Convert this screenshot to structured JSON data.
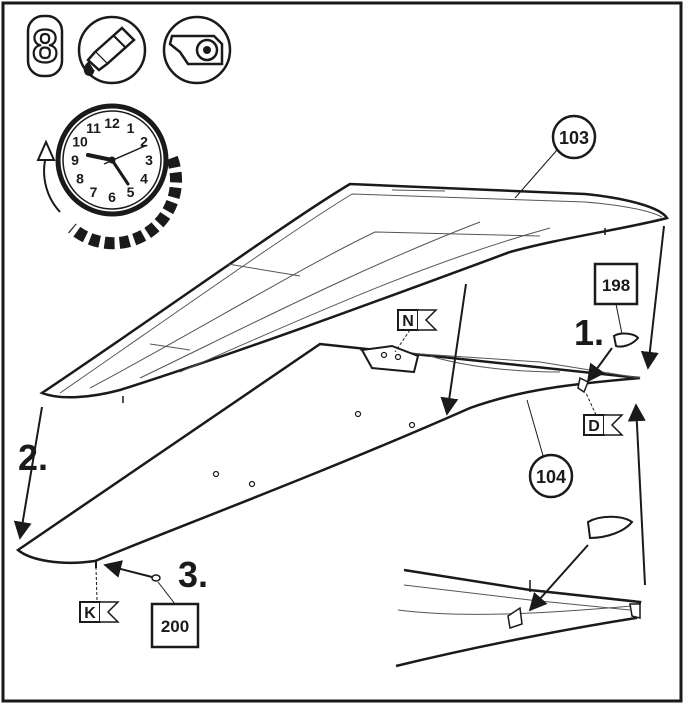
{
  "step": {
    "number": "8"
  },
  "clock": {
    "numerals": [
      "12",
      "1",
      "2",
      "3",
      "4",
      "5",
      "6",
      "7",
      "8",
      "9",
      "10",
      "11"
    ]
  },
  "part_labels": {
    "upper_wing": "103",
    "lower_wing": "104",
    "part_198": "198",
    "part_200": "200"
  },
  "step_labels": {
    "s1": "1.",
    "s2": "2.",
    "s3": "3."
  },
  "flags": {
    "n": "N",
    "d": "D",
    "k": "K"
  },
  "icons": [
    "step-8-badge-icon",
    "glue-tube-icon",
    "tape-icon",
    "clock-icon"
  ],
  "colors": {
    "ink": "#1a1a1a",
    "paper": "#ffffff",
    "panel_line": "#555555"
  }
}
